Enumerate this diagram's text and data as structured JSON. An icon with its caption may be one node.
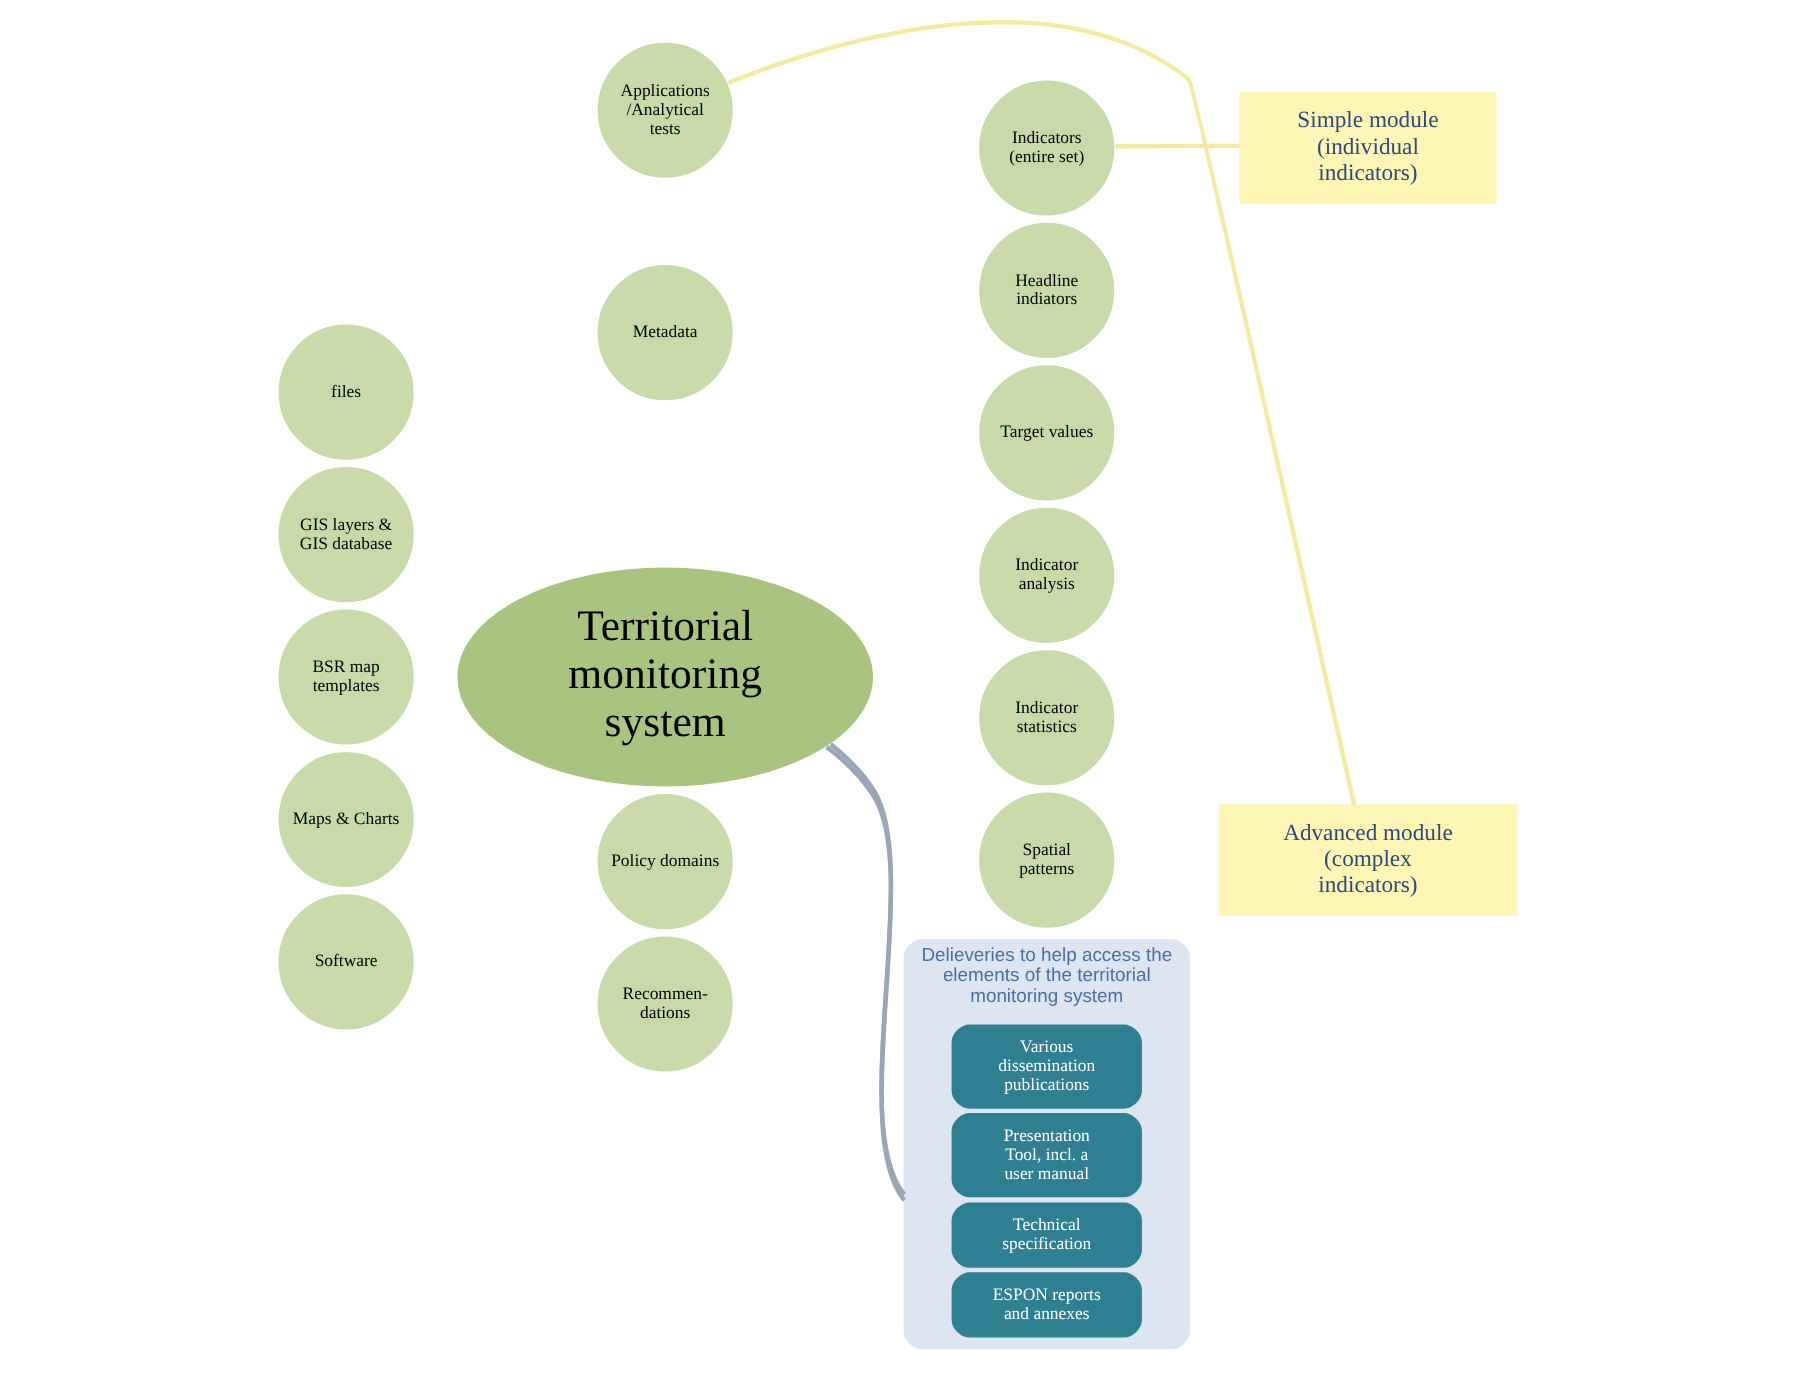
{
  "diagram": {
    "nodes": [
      {
        "text": [
          "Territorial monitoring system"
        ]
      },
      {
        "text": [
          "Policy domains"
        ]
      },
      {
        "text": [
          "Indicators (entire set)"
        ]
      },
      {
        "text": [
          "Headline indiators"
        ]
      },
      {
        "text": [
          "Target values"
        ]
      },
      {
        "text": [
          "Indicator analysis"
        ]
      },
      {
        "text": [
          "Indicator statistics"
        ]
      },
      {
        "text": [
          "Spatial patterns"
        ]
      },
      {
        "text": [
          "Applications /Analytical tests"
        ]
      },
      {
        "text": [
          "Metadata"
        ]
      },
      {
        "text": [
          "files"
        ]
      },
      {
        "text": [
          "GIS layers & GIS database"
        ]
      },
      {
        "text": [
          "BSR map templates"
        ]
      },
      {
        "text": [
          "Maps & Charts"
        ]
      },
      {
        "text": [
          "Software"
        ]
      },
      {
        "text": [
          "Recommen- dations"
        ]
      },
      {
        "text": [
          "Simple module (individual indicators)"
        ]
      },
      {
        "text": [
          "Advanced module (complex indicators)"
        ]
      },
      {
        "text": [
          "Delieveries to help access the elements of the territorial monitoring system"
        ]
      },
      {
        "text": [
          "Various dissemination publications"
        ],
        "in": 18
      },
      {
        "text": [
          "Presentation Tool, incl. a user manual"
        ],
        "in": 18
      },
      {
        "text": [
          "Technical specification"
        ],
        "in": 18
      },
      {
        "text": [
          "ESPON reports and annexes"
        ],
        "in": 18
      }
    ],
    "edges": [
      {
        "from": 16,
        "to": 2,
        "arrow": "none",
        "color": "#f3eca0"
      },
      {
        "from": 0,
        "to": 18,
        "arrow": "none"
      },
      {
        "from": 0,
        "to": 18,
        "arrow": "none"
      },
      {
        "from": 17,
        "to": 8,
        "arrow": "none",
        "color": "#f3eca0"
      }
    ]
  }
}
